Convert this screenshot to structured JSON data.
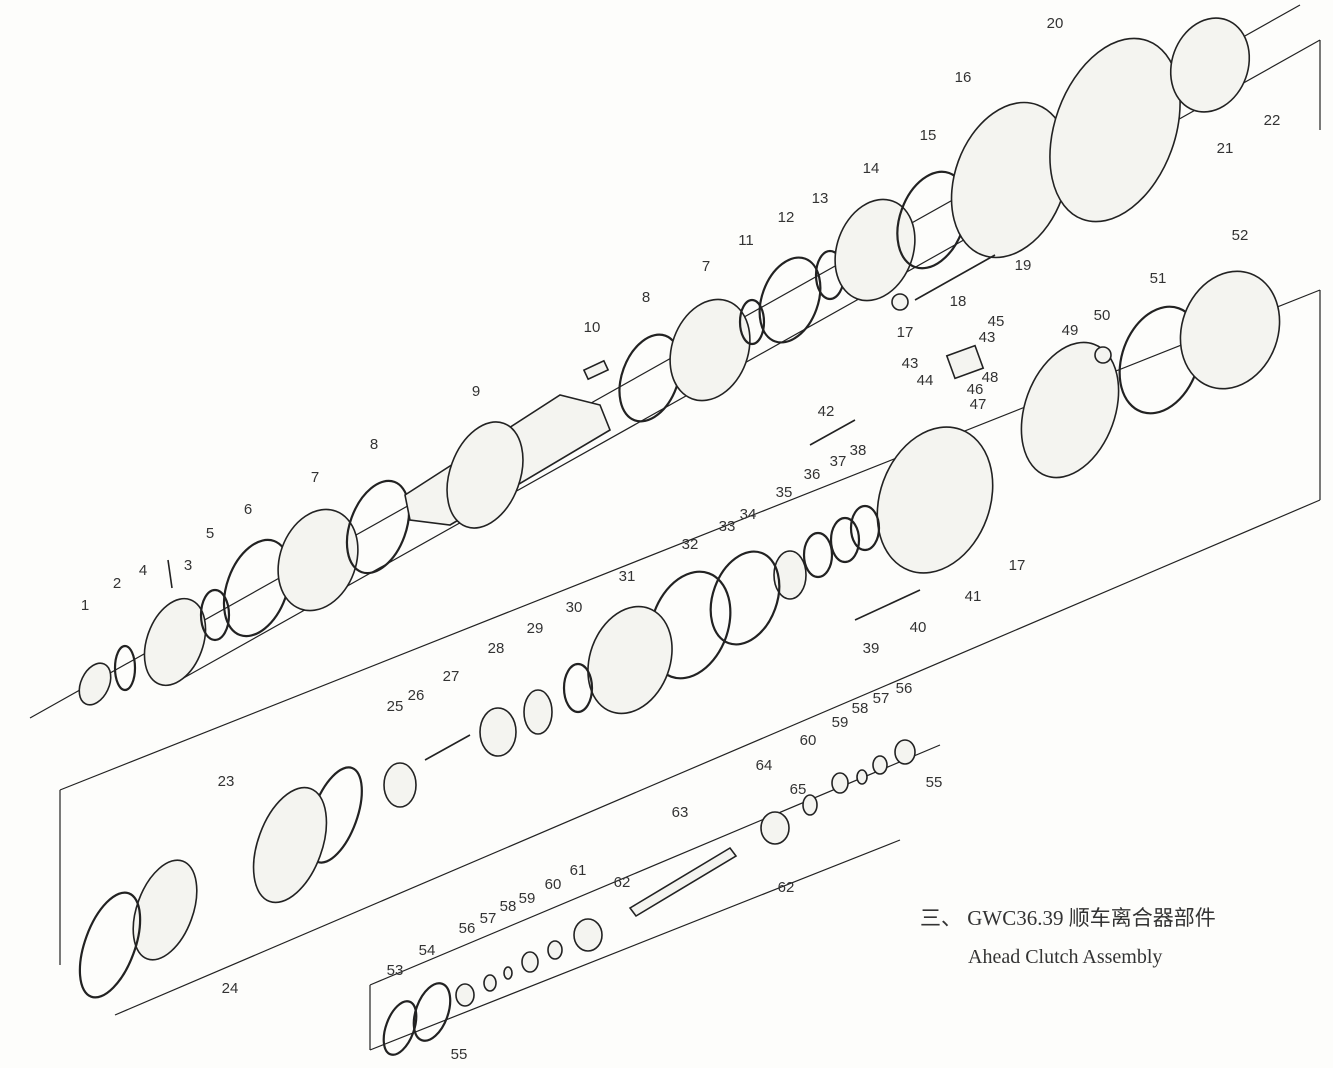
{
  "caption": {
    "title_cn": "三、 GWC36.39 顺车离合器部件",
    "title_en": "Ahead Clutch Assembly"
  },
  "part_labels": [
    "1",
    "2",
    "3",
    "4",
    "5",
    "6",
    "7",
    "8",
    "9",
    "10",
    "8",
    "7",
    "11",
    "12",
    "13",
    "14",
    "15",
    "16",
    "20",
    "21",
    "22",
    "19",
    "18",
    "17",
    "45",
    "43",
    "43",
    "44",
    "46",
    "48",
    "47",
    "49",
    "50",
    "51",
    "52",
    "42",
    "38",
    "37",
    "36",
    "35",
    "34",
    "33",
    "32",
    "31",
    "30",
    "29",
    "28",
    "27",
    "26",
    "25",
    "41",
    "17",
    "40",
    "39",
    "23",
    "24",
    "56",
    "57",
    "58",
    "59",
    "60",
    "55",
    "65",
    "64",
    "63",
    "62",
    "62",
    "61",
    "60",
    "59",
    "58",
    "57",
    "56",
    "54",
    "53",
    "55"
  ]
}
